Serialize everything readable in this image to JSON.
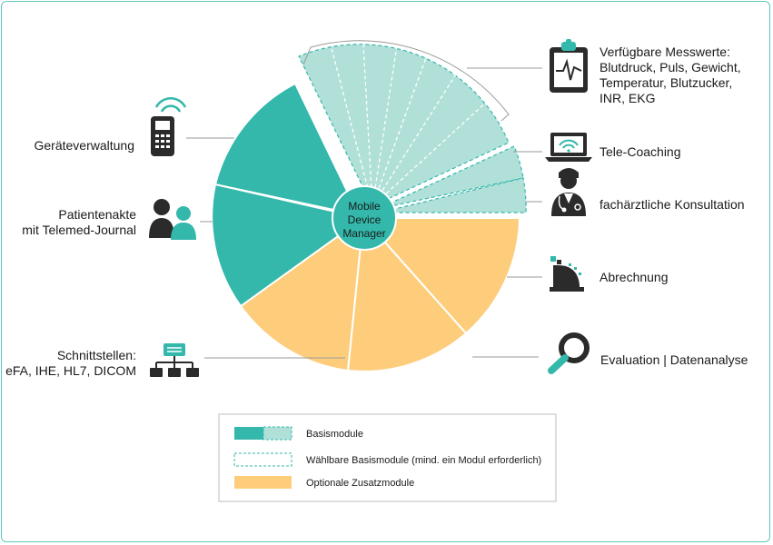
{
  "center": {
    "line1": "Mobile",
    "line2": "Device",
    "line3": "Manager"
  },
  "left_labels": {
    "geraete": "Geräteverwaltung",
    "patient_line1": "Patientenakte",
    "patient_line2": "mit Telemed-Journal",
    "schnitt_line1": "Schnittstellen:",
    "schnitt_line2": "eFA, IHE, HL7, DICOM"
  },
  "right_labels": {
    "mess_line1": "Verfügbare Messwerte:",
    "mess_line2": "Blutdruck, Puls, Gewicht,",
    "mess_line3": "Temperatur, Blutzucker,",
    "mess_line4": "INR, EKG",
    "coaching": "Tele-Coaching",
    "konsultation": "fachärztliche Konsultation",
    "abrechnung": "Abrechnung",
    "evaluation": "Evaluation | Datenanalyse"
  },
  "legend": {
    "basis": "Basismodule",
    "waehlbar": "Wählbare Basismodule (mind. ein Modul erforderlich)",
    "optional": "Optionale Zusatzmodule"
  },
  "colors": {
    "teal": "#33b8ab",
    "teal_light": "#b1e0d9",
    "orange": "#fdcd7b",
    "icon_dark": "#2b2b2b"
  },
  "icons": [
    "phone-icon",
    "patient-icon",
    "network-icon",
    "monitor-icon",
    "laptop-icon",
    "doctor-icon",
    "billing-icon",
    "magnifier-icon"
  ]
}
